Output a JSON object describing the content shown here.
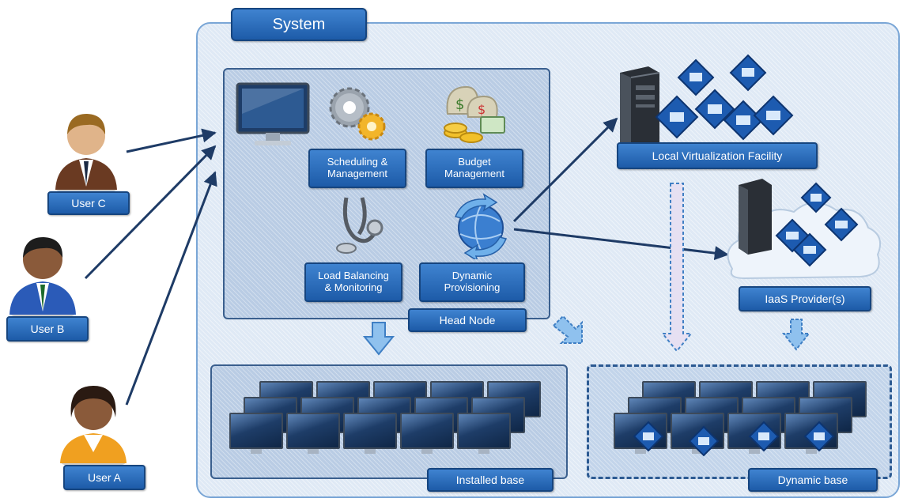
{
  "system": {
    "title": "System"
  },
  "users": [
    {
      "label": "User  C"
    },
    {
      "label": "User  B"
    },
    {
      "label": "User A"
    }
  ],
  "head_node": {
    "label": "Head Node",
    "modules": [
      {
        "label": "Scheduling &\nManagement",
        "icon": "gears-icon"
      },
      {
        "label": "Budget\nManagement",
        "icon": "money-icon"
      },
      {
        "label": "Load Balancing\n& Monitoring",
        "icon": "stethoscope-icon"
      },
      {
        "label": "Dynamic\nProvisioning",
        "icon": "globe-refresh-icon"
      }
    ],
    "display_icon": "monitor-icon"
  },
  "local_virtualization": {
    "label": "Local Virtualization Facility",
    "icon": "server-tower-icon"
  },
  "iaas": {
    "label": "IaaS Provider(s)",
    "icon": "cloud-server-icon"
  },
  "installed_base": {
    "label": "Installed base"
  },
  "dynamic_base": {
    "label": "Dynamic base"
  },
  "colors": {
    "label_blue": "#2a6ebd",
    "system_bg": "#dfe9f5",
    "panel_bg": "#b9cce4",
    "arrow_dark": "#1e3b66",
    "arrow_light": "#6fa8e0"
  }
}
